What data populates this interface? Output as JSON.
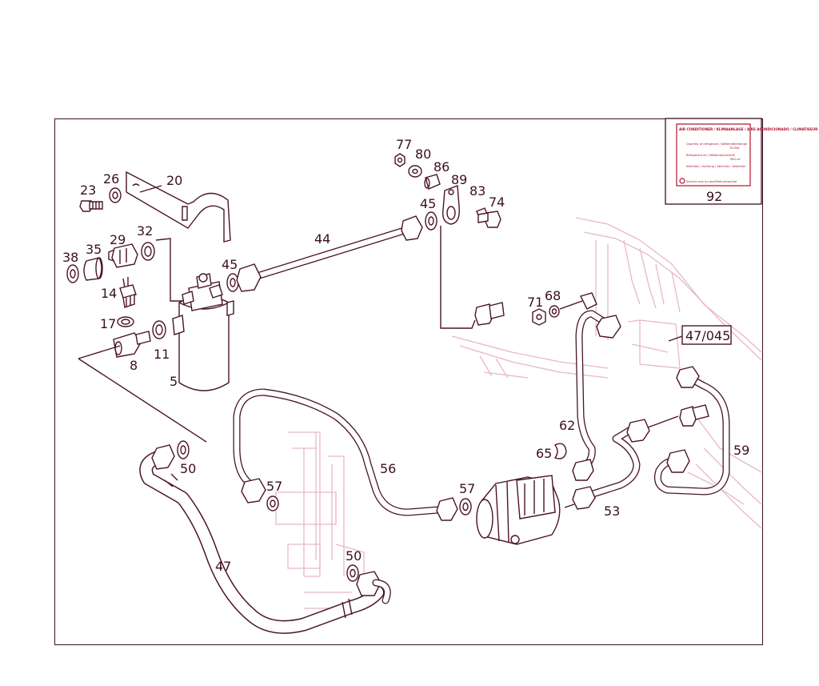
{
  "diagram": {
    "part_labels": {
      "p23": "23",
      "p26": "26",
      "p20": "20",
      "p38": "38",
      "p35": "35",
      "p29": "29",
      "p32": "32",
      "p14": "14",
      "p17": "17",
      "p8": "8",
      "p11": "11",
      "p5": "5",
      "p45a": "45",
      "p44": "44",
      "p77": "77",
      "p80": "80",
      "p86": "86",
      "p89": "89",
      "p83": "83",
      "p74": "74",
      "p45b": "45",
      "p92": "92",
      "p71": "71",
      "p68": "68",
      "p47_045": "47/045",
      "p62": "62",
      "p65": "65",
      "p59": "59",
      "p53": "53",
      "p56": "56",
      "p57a": "57",
      "p57b": "57",
      "p50a": "50",
      "p50b": "50",
      "p47": "47"
    },
    "decal": {
      "title": "AIR CONDITIONER / KLIMAANLAGE / AIRE ACONDICIONADO / CLIMATISEUR",
      "lines": [
        "Quantity of refrigerant / Kältemittelmenge",
        "R134a",
        "Refrigerant oil / Kältemaschinenöl",
        "PAG oil",
        "Attention / Achtung / Atención / Attention",
        "Service only by qualified personnel"
      ]
    }
  }
}
